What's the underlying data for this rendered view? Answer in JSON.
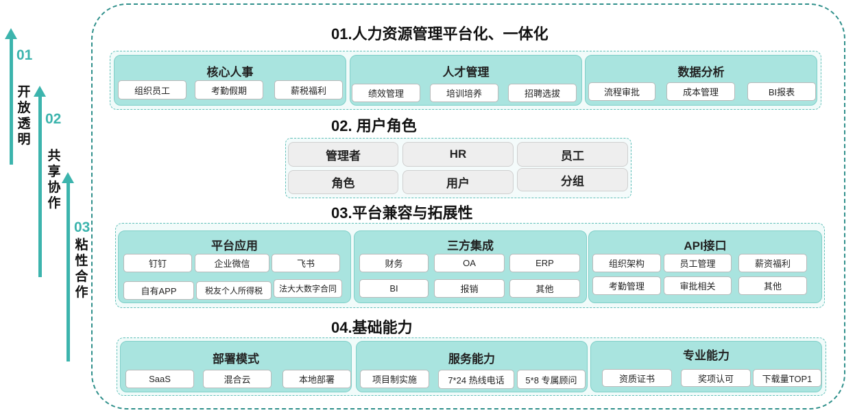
{
  "sidebar": {
    "arrows": [
      {
        "num": "01",
        "text": "开放透明"
      },
      {
        "num": "02",
        "text": "共享协作"
      },
      {
        "num": "03",
        "text": "粘性合作"
      }
    ]
  },
  "section1": {
    "title": "01.人力资源管理平台化、一体化",
    "cards": [
      {
        "title": "核心人事",
        "items": [
          "组织员工",
          "考勤假期",
          "薪税福利"
        ]
      },
      {
        "title": "人才管理",
        "items": [
          "绩效管理",
          "培训培养",
          "招聘选拔"
        ]
      },
      {
        "title": "数据分析",
        "items": [
          "流程审批",
          "成本管理",
          "BI报表"
        ]
      }
    ]
  },
  "section2": {
    "title": "02. 用户角色",
    "roles": [
      "管理者",
      "HR",
      "员工",
      "角色",
      "用户",
      "分组"
    ]
  },
  "section3": {
    "title": "03.平台兼容与拓展性",
    "cards": [
      {
        "title": "平台应用",
        "items": [
          "钉钉",
          "企业微信",
          "飞书",
          "自有APP",
          "税友个人所得税",
          "法大大数字合同"
        ]
      },
      {
        "title": "三方集成",
        "items": [
          "财务",
          "OA",
          "ERP",
          "BI",
          "报销",
          "其他"
        ]
      },
      {
        "title": "API接口",
        "items": [
          "组织架构",
          "员工管理",
          "薪资福利",
          "考勤管理",
          "审批相关",
          "其他"
        ]
      }
    ]
  },
  "section4": {
    "title": "04.基础能力",
    "cards": [
      {
        "title": "部署模式",
        "items": [
          "SaaS",
          "混合云",
          "本地部署"
        ]
      },
      {
        "title": "服务能力",
        "items": [
          "项目制实施",
          "7*24 热线电话",
          "5*8 专属顾问"
        ]
      },
      {
        "title": "专业能力",
        "items": [
          "资质证书",
          "奖项认可",
          "下载量TOP1"
        ]
      }
    ]
  }
}
